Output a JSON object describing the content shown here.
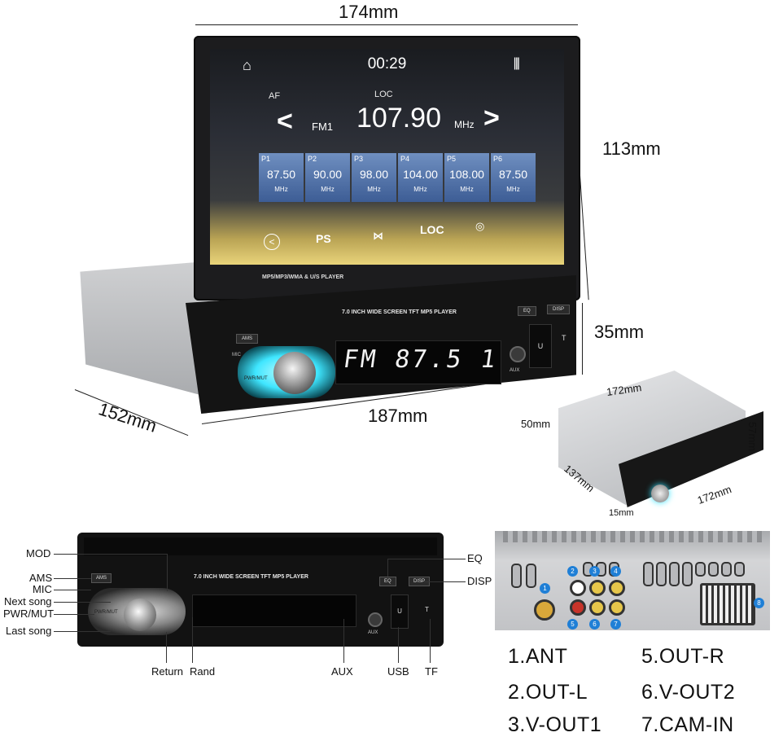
{
  "dimensions": {
    "main_width": "174mm",
    "main_screen_height": "113mm",
    "main_body_height": "35mm",
    "main_depth": "152mm",
    "main_faceplate_width": "187mm",
    "iso_top": "172mm",
    "iso_height_left": "50mm",
    "iso_height_right": "57mm",
    "iso_depth": "137mm",
    "iso_front": "172mm",
    "iso_face_depth": "15mm"
  },
  "screen": {
    "clock": "00:29",
    "af": "AF",
    "loc_top": "LOC",
    "band": "FM1",
    "frequency": "107.90",
    "unit": "MHz",
    "presets": [
      {
        "name": "P1",
        "value": "87.50",
        "unit": "MHz"
      },
      {
        "name": "P2",
        "value": "90.00",
        "unit": "MHz"
      },
      {
        "name": "P3",
        "value": "98.00",
        "unit": "MHz"
      },
      {
        "name": "P4",
        "value": "104.00",
        "unit": "MHz"
      },
      {
        "name": "P5",
        "value": "108.00",
        "unit": "MHz"
      },
      {
        "name": "P6",
        "value": "87.50",
        "unit": "MHz"
      }
    ],
    "ps": "PS",
    "loc_bottom": "LOC",
    "bottom_label": "MP5/MP3/WMA & U/S PLAYER"
  },
  "faceplate": {
    "title": "7.0 INCH WIDE SCREEN TFT MP5 PLAYER",
    "eq": "EQ",
    "disp": "DISP",
    "ams": "AMS",
    "mic": "MIC",
    "pwr": "PWR/MUT",
    "lcd": "FM 87.5   1",
    "aux": "AUX",
    "u": "U",
    "t": "T"
  },
  "callouts": {
    "mod": "MOD",
    "ams": "AMS",
    "mic": "MIC",
    "next_song": "Next song",
    "pwr_mut": "PWR/MUT",
    "last_song": "Last song",
    "return": "Return",
    "rand": "Rand",
    "aux": "AUX",
    "usb": "USB",
    "tf": "TF",
    "eq": "EQ",
    "disp": "DISP"
  },
  "rear_badges": [
    "1",
    "2",
    "3",
    "4",
    "5",
    "6",
    "7",
    "8"
  ],
  "legend": [
    "1.ANT",
    "5.OUT-R",
    "2.OUT-L",
    "6.V-OUT2",
    "3.V-OUT1",
    "7.CAM-IN"
  ]
}
